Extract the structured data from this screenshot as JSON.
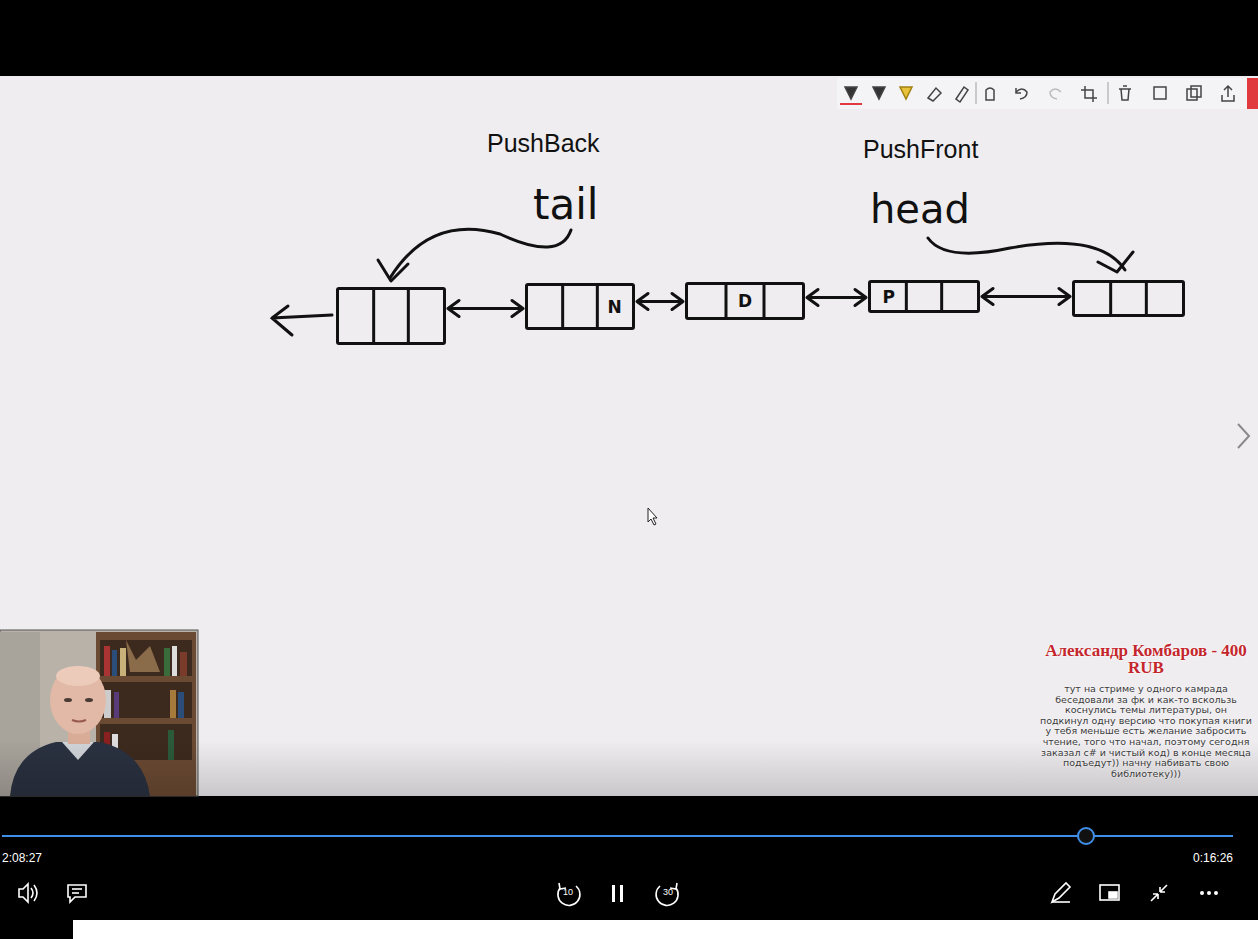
{
  "diagram": {
    "nodes": [
      {
        "text": []
      },
      {
        "text": [
          "N"
        ]
      },
      {
        "text": [
          "D"
        ]
      },
      {
        "text": [
          "P"
        ]
      },
      {
        "text": []
      }
    ],
    "edges": [
      {
        "from": 0,
        "to": 1,
        "arrow": "both"
      },
      {
        "from": 1,
        "to": 2,
        "arrow": "both"
      },
      {
        "from": 2,
        "to": 3,
        "arrow": "both"
      },
      {
        "from": 3,
        "to": 4,
        "arrow": "both"
      }
    ],
    "labels": [
      "PushBack",
      "PushFront",
      "tail",
      "head",
      "Александр Комбаров - 400 RUB",
      "тут на стриме у одного камрада беседовали за фк и как-то вскользь коснулись темы литературы, он подкинул одну версию что покупая книги у тебя меньше есть желание забросить чтение, того что начал, поэтому сегодня заказал c# и чистый код) в конце месяца подъедут)) начну набивать свою библиотеку)))",
      "2:08:27",
      "0:16:26",
      "10",
      "30"
    ]
  }
}
